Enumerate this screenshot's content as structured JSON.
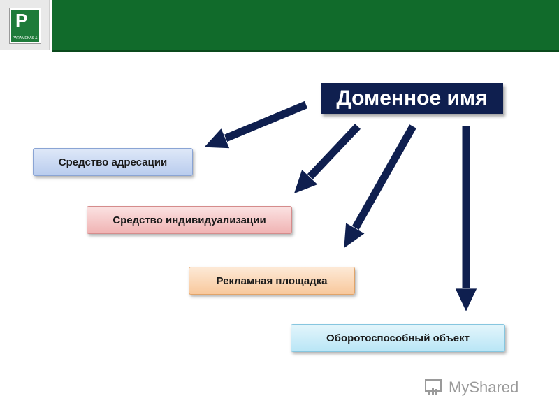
{
  "logo": {
    "letter": "P",
    "caption": "PARAMEKAS & PARTNERS"
  },
  "title": "Доменное имя",
  "nodes": [
    "Средство адресации",
    "Средство индивидуализации",
    "Рекламная площадка",
    "Оборотоспособный объект"
  ],
  "watermark": "MyShared",
  "colors": {
    "header": "#116b2b",
    "title_box": "#0f1f4f",
    "arrow": "#0f1f4f"
  }
}
